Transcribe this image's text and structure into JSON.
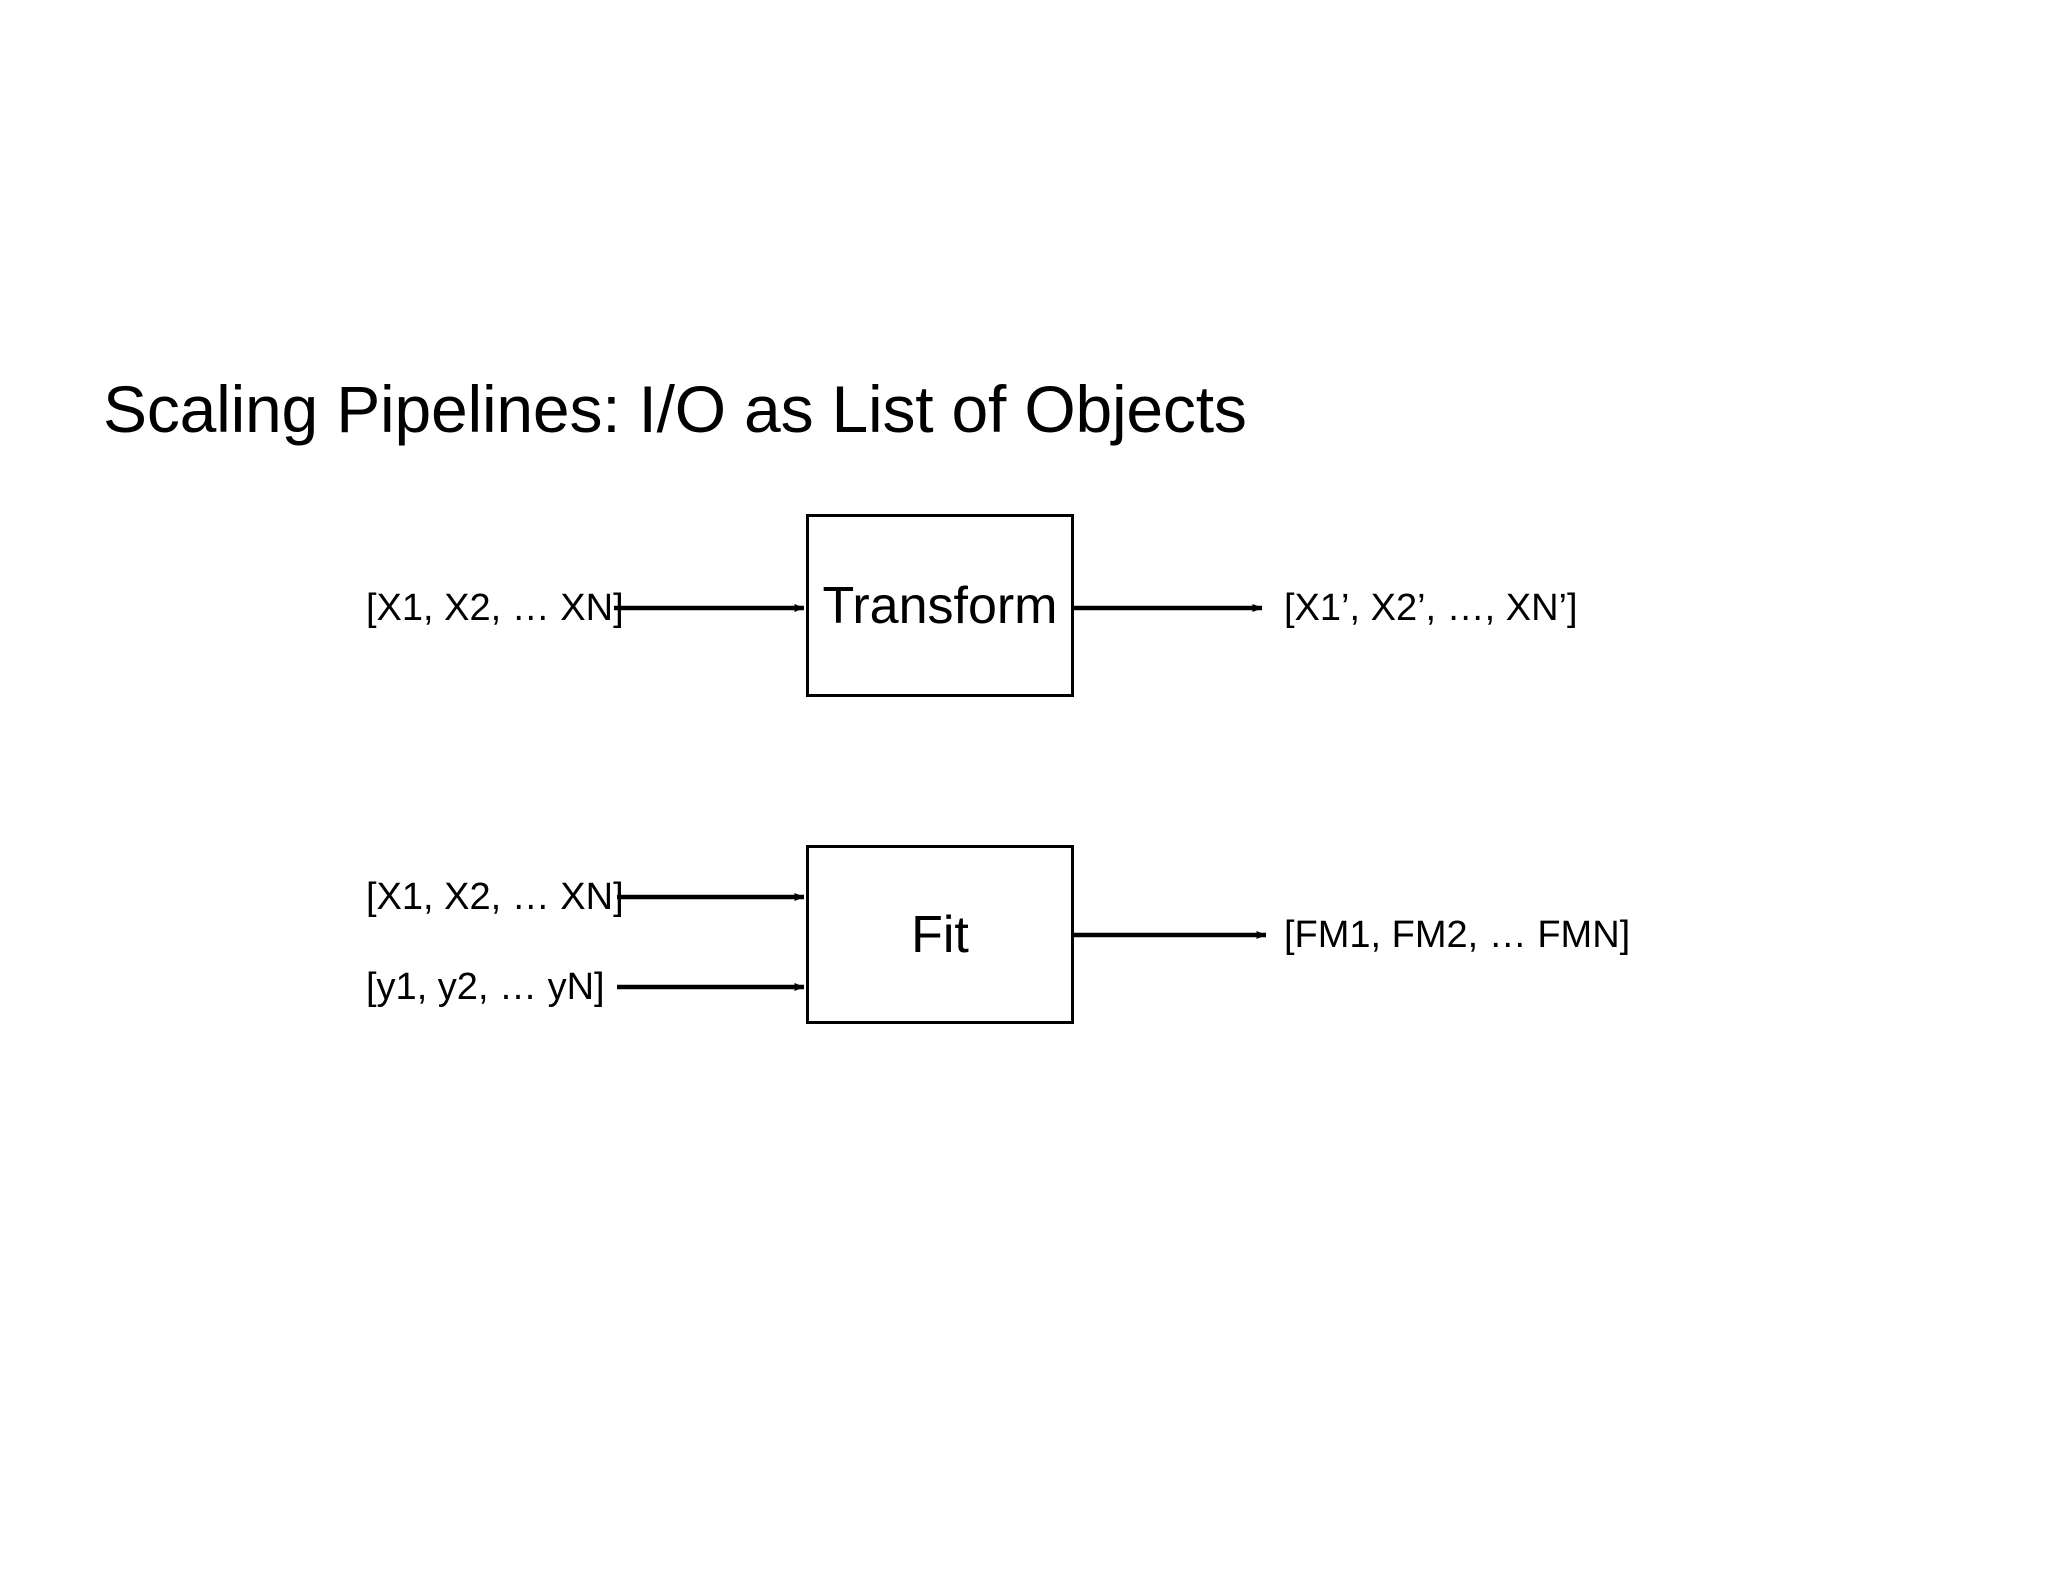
{
  "slide": {
    "title": "Scaling Pipelines: I/O as List of Objects",
    "background_color": "#ffffff",
    "text_color": "#000000"
  },
  "diagram": {
    "stroke_color": "#000000",
    "blocks": [
      {
        "id": "transform",
        "label": "Transform"
      },
      {
        "id": "fit",
        "label": "Fit"
      }
    ],
    "edges": [
      {
        "id": "transform-input",
        "label": "[X1, X2, … XN]",
        "direction": "in",
        "target": "transform"
      },
      {
        "id": "transform-output",
        "label": "[X1’, X2’, …, XN’]",
        "direction": "out",
        "source": "transform"
      },
      {
        "id": "fit-input-x",
        "label": "[X1, X2, … XN]",
        "direction": "in",
        "target": "fit"
      },
      {
        "id": "fit-input-y",
        "label": "[y1, y2, … yN]",
        "direction": "in",
        "target": "fit"
      },
      {
        "id": "fit-output",
        "label": "[FM1, FM2, … FMN]",
        "direction": "out",
        "source": "fit"
      }
    ]
  }
}
